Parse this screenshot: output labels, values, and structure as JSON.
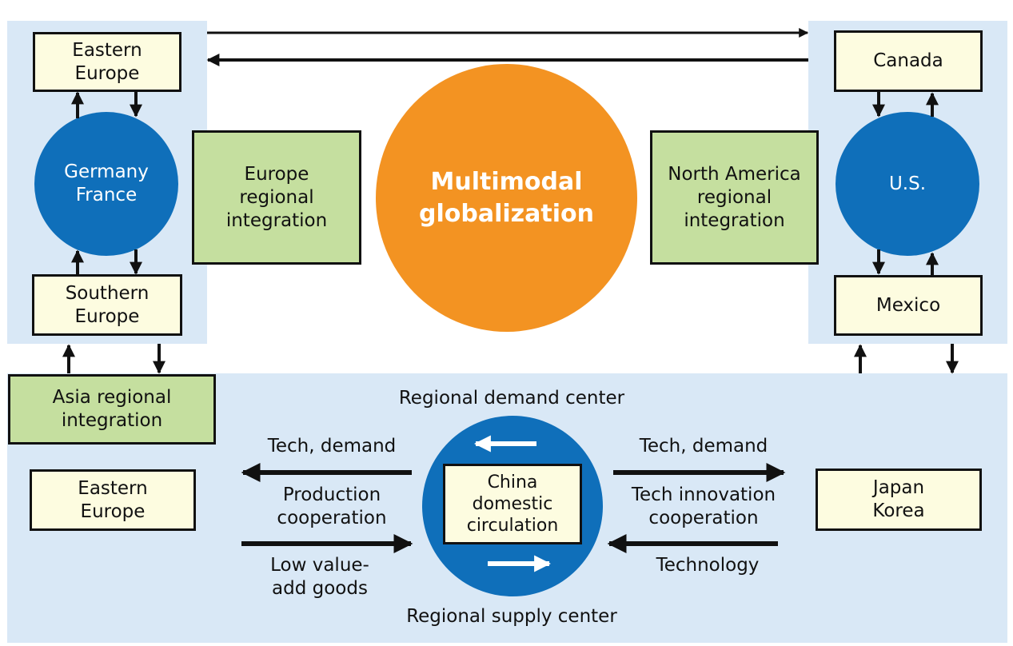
{
  "center": {
    "label": "Multimodal\nglobalization",
    "color": "#f39322"
  },
  "europe": {
    "top": "Eastern\nEurope",
    "hub": "Germany\nFrance",
    "bottom": "Southern\nEurope",
    "integration": "Europe\nregional\nintegration"
  },
  "north_america": {
    "top": "Canada",
    "hub": "U.S.",
    "bottom": "Mexico",
    "integration": "North America\nregional\nintegration"
  },
  "asia": {
    "integration": "Asia regional\nintegration",
    "left_partner": "Eastern\nEurope",
    "hub": "China\ndomestic\ncirculation",
    "right_partner": "Japan\nKorea",
    "demand_center": "Regional demand center",
    "supply_center": "Regional supply center",
    "left_flows": {
      "outbound": "Tech, demand",
      "middle": "Production\ncooperation",
      "inbound": "Low value-\nadd goods"
    },
    "right_flows": {
      "outbound": "Tech, demand",
      "middle": "Tech innovation\ncooperation",
      "inbound": "Technology"
    }
  },
  "colors": {
    "panel": "#d9e8f6",
    "hub_blue": "#0f6fba",
    "country_box": "#fdfce0",
    "integration_green": "#c5df9f"
  }
}
